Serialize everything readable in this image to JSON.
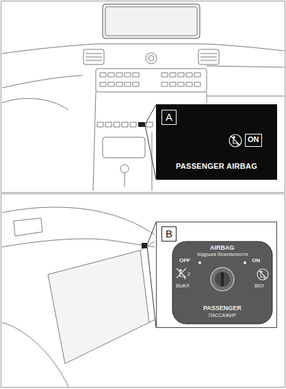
{
  "diagram": {
    "nodes": [
      {
        "text": [
          "A",
          "PASSENGER AIRBAG"
        ]
      },
      {
        "text": [
          "ON"
        ],
        "in": 0
      },
      {
        "text": [
          "B"
        ]
      },
      {
        "text": [
          "AIRBAG",
          "подушка безопасности",
          "PASSENGER",
          "ПАССАЖИР"
        ],
        "in": 2
      }
    ],
    "labels": [
      "OFF",
      "2",
      "ВЫКЛ",
      "ON",
      "ВКЛ"
    ]
  }
}
